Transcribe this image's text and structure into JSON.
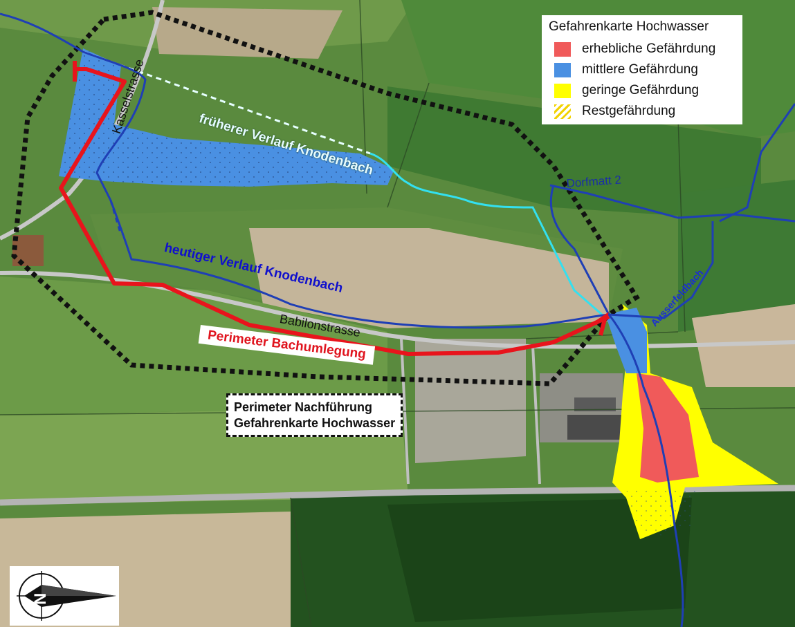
{
  "legend": {
    "title": "Gefahrenkarte Hochwasser",
    "items": [
      {
        "label": "erhebliche Gefährdung",
        "color": "#f05a5a"
      },
      {
        "label": "mittlere Gefährdung",
        "color": "#4a90e2"
      },
      {
        "label": "geringe Gefährdung",
        "color": "#ffff00"
      },
      {
        "label": "Restgefährdung",
        "color": "#ffff00",
        "pattern": "hatched"
      }
    ]
  },
  "labels": {
    "frueherer_verlauf": "früherer Verlauf Knodenbach",
    "heutiger_verlauf": "heutiger Verlauf Knodenbach",
    "kasselstrasse": "Kasselstrasse",
    "babilonstrasse": "Babilonstrasse",
    "dorfmatt": "Dorfmatt 2",
    "ausserfeldbach": "Ausserfeldbach",
    "perimeter_bachumlegung": "Perimeter Bachumlegung",
    "perimeter_nachfuehrung_line1": "Perimeter Nachführung",
    "perimeter_nachfuehrung_line2": "Gefahrenkarte Hochwasser"
  },
  "colors": {
    "stream_current": "#1f3fb5",
    "stream_former": "#33e0f0",
    "perimeter_bach": "#e8141c",
    "perimeter_dashed": "#111111"
  },
  "north_arrow": "north-arrow-icon"
}
